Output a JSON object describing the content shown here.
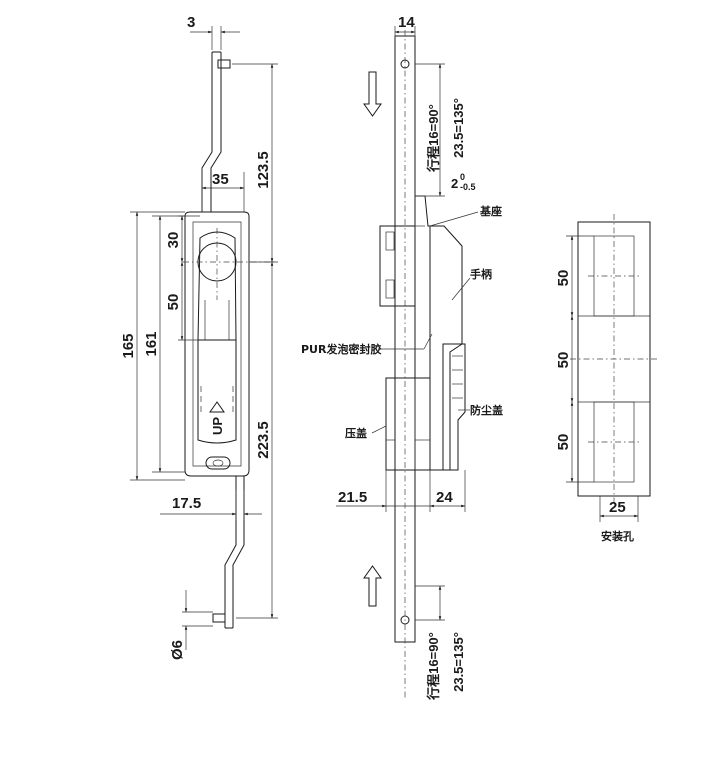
{
  "front_view": {
    "dim_top_offset": "3",
    "dim_upper_length": "123.5",
    "dim_handle_width": "35",
    "dim_knob_offset": "30",
    "dim_overall_height": "165",
    "dim_inner_height": "161",
    "dim_knob_to_mid": "50",
    "dim_lower_length": "223.5",
    "dim_bottom_offset": "17.5",
    "dim_pin_dia": "Ø6",
    "up_label": "UP"
  },
  "side_view": {
    "dim_rod_width": "14",
    "dim_stroke_top_a": "行程16=90°",
    "dim_stroke_top_b": "23.5=135°",
    "dim_gap": "2",
    "dim_gap_tol_upper": "0",
    "dim_gap_tol_lower": "-0.5",
    "dim_depth_left": "21.5",
    "dim_depth_right": "24",
    "dim_stroke_bottom_a": "行程16=90°",
    "dim_stroke_bottom_b": "23.5=135°",
    "label_base": "基座",
    "label_handle": "手柄",
    "label_seal": "PUR发泡密封胶",
    "label_dust_cover": "防尘盖",
    "label_press_cover": "压盖"
  },
  "cutout_view": {
    "dim_top": "50",
    "dim_middle": "50",
    "dim_bottom": "50",
    "dim_width": "25",
    "caption": "安装孔"
  }
}
